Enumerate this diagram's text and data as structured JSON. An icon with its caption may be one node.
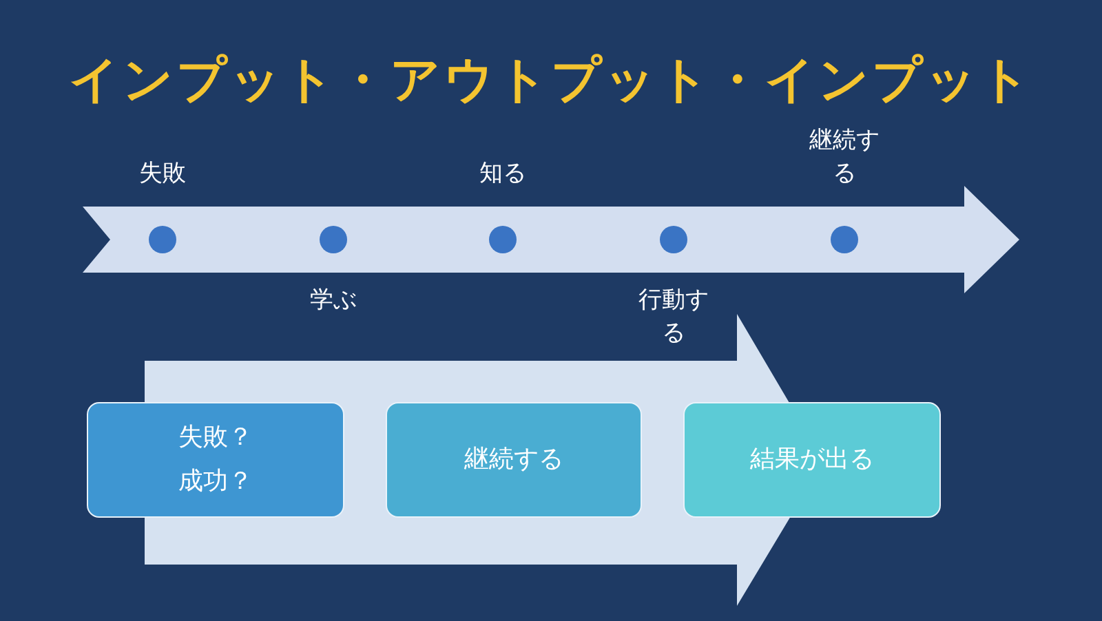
{
  "diagram": {
    "title": "インプット・アウトプット・インプット",
    "nodes": [
      {
        "text": [],
        "shape": "circle",
        "beside": [
          "失敗"
        ]
      },
      {
        "text": [],
        "shape": "circle",
        "beside": [
          "学ぶ"
        ]
      },
      {
        "text": [],
        "shape": "circle",
        "beside": [
          "知る"
        ]
      },
      {
        "text": [],
        "shape": "circle",
        "beside": [
          "行動する"
        ]
      },
      {
        "text": [],
        "shape": "circle",
        "beside": [
          "継続する"
        ]
      },
      {
        "text": [
          "失敗？",
          "成功？"
        ]
      },
      {
        "text": [
          "継続する"
        ]
      },
      {
        "text": [
          "結果が出る"
        ]
      }
    ]
  }
}
